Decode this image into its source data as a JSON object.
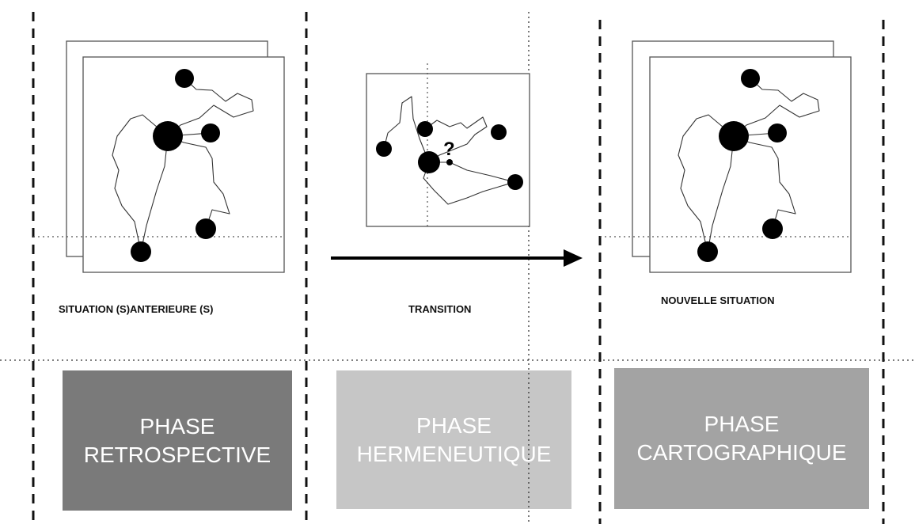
{
  "labels": {
    "before": "SITUATION (S)ANTERIEURE (S)",
    "transition": "TRANSITION",
    "after": "NOUVELLE SITUATION",
    "question_mark": "?"
  },
  "phases": [
    {
      "line1": "PHASE",
      "line2": "RETROSPECTIVE",
      "color": "#7a7a7a"
    },
    {
      "line1": "PHASE",
      "line2": "HERMENEUTIQUE",
      "color": "#c6c6c6"
    },
    {
      "line1": "PHASE",
      "line2": "CARTOGRAPHIQUE",
      "color": "#a3a3a3"
    }
  ],
  "colors": {
    "line": "#222222",
    "dot": "#000000",
    "frame": "#555555"
  }
}
